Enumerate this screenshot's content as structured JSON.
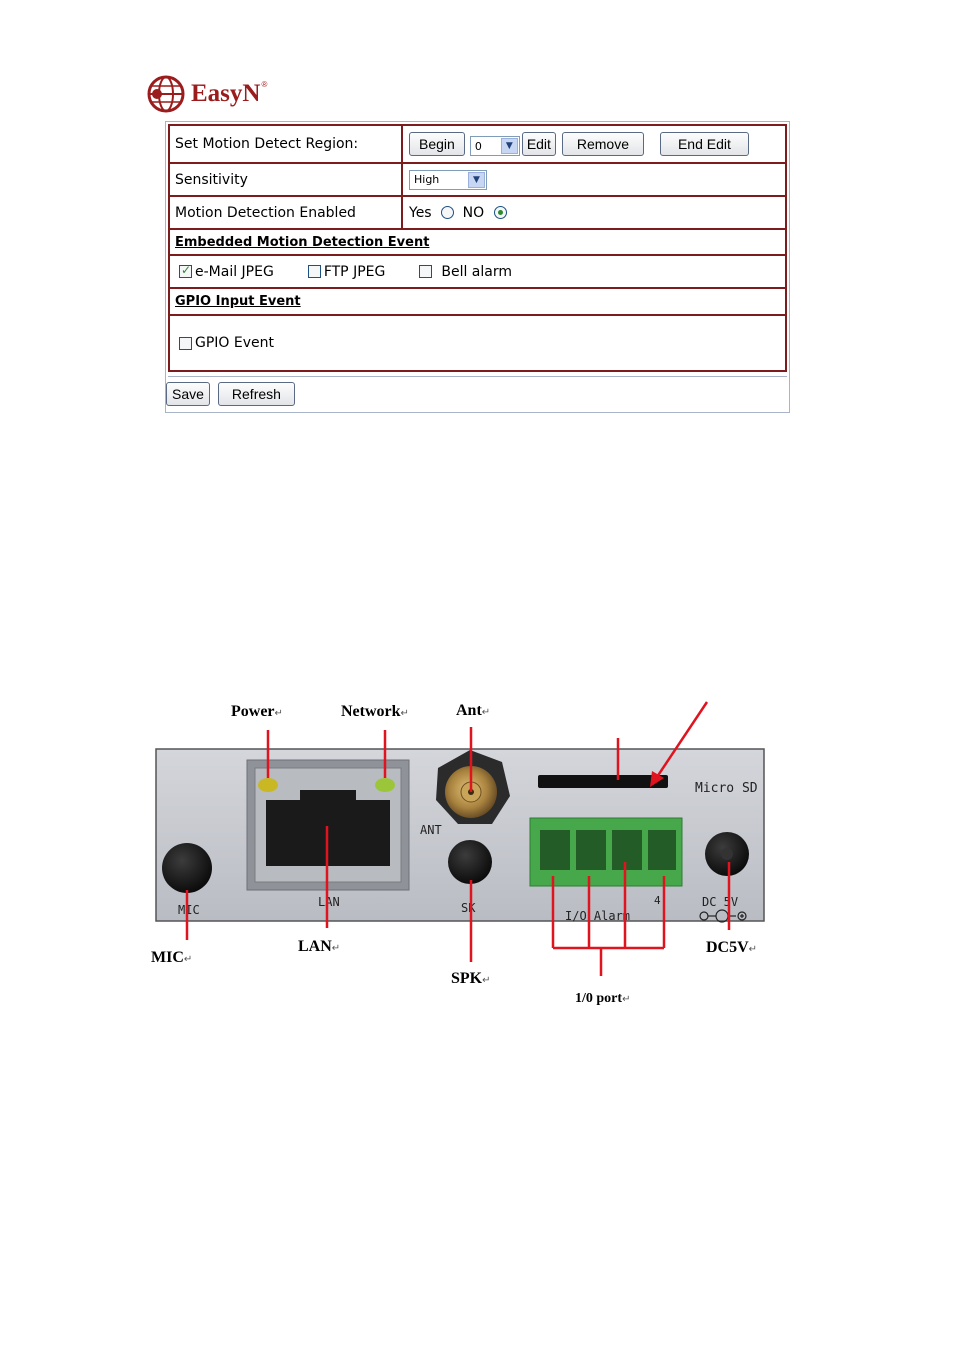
{
  "logo": {
    "text": "EasyN",
    "reg": "®"
  },
  "settings": {
    "motion_region": {
      "label": "Set Motion Detect Region:",
      "begin": "Begin",
      "region_value": "0",
      "edit": "Edit",
      "remove": "Remove",
      "end_edit": "End Edit"
    },
    "sensitivity": {
      "label": "Sensitivity",
      "value": "High"
    },
    "motion_enabled": {
      "label": "Motion Detection Enabled",
      "yes": "Yes",
      "no": "NO",
      "selected": "NO"
    },
    "embedded_event": {
      "heading": "Embedded Motion Detection Event",
      "email": "e-Mail JPEG",
      "email_checked": true,
      "ftp": "FTP JPEG",
      "ftp_checked": false,
      "bell": "Bell alarm",
      "bell_checked": false
    },
    "gpio": {
      "heading": "GPIO Input Event",
      "event": "GPIO Event",
      "event_checked": false
    },
    "buttons": {
      "save": "Save",
      "refresh": "Refresh"
    }
  },
  "photo": {
    "callouts": {
      "power": "Power",
      "network": "Network",
      "ant": "Ant",
      "mic": "MIC",
      "lan": "LAN",
      "spk": "SPK",
      "io_port": "1/0 port",
      "dc5v": "DC5V",
      "return_mark": "↵"
    },
    "panel_print": {
      "micro_sd": "Micro SD",
      "ant": "ANT",
      "mic": "MIC",
      "lan": "LAN",
      "spk": "SK",
      "io_alarm": "I/O Alarm",
      "dc": "DC 5V",
      "pin4": "4"
    },
    "colors": {
      "callout_line": "#e0141e",
      "panel": "#c9ccd2",
      "terminal": "#46a84a"
    }
  }
}
